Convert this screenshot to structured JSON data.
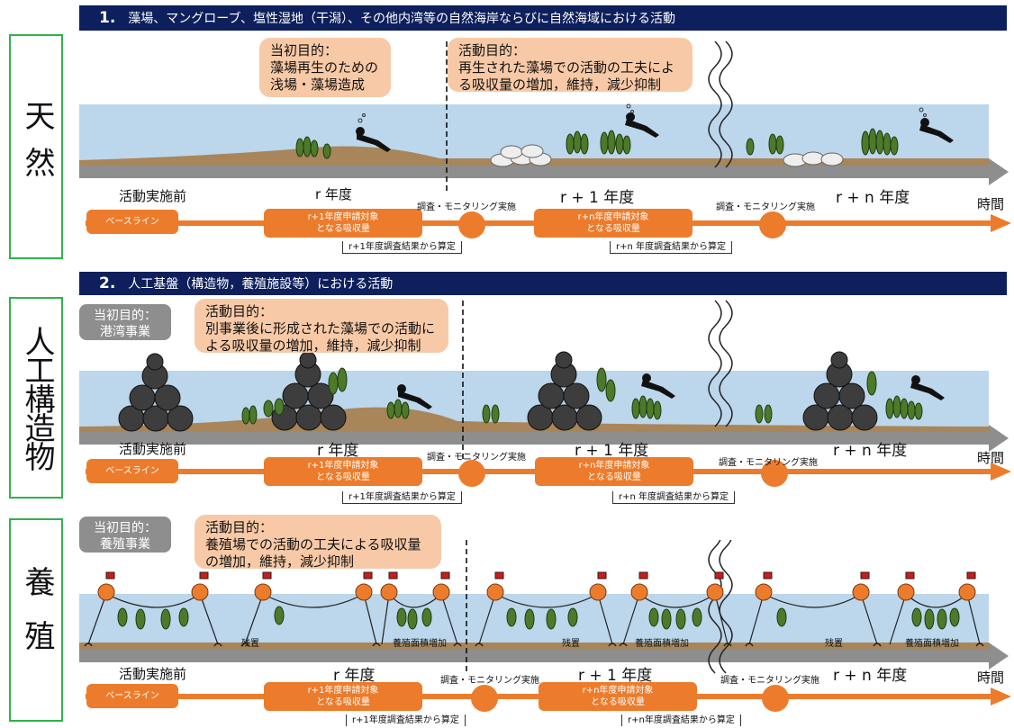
{
  "sections": [
    {
      "side_label": "天然",
      "header_number": "1.",
      "header_text": "藻場、マングローブ、塩性湿地（干潟）、その他内湾等の自然海岸ならびに自然海域における活動",
      "initial_tag": "",
      "bubble_initial": "当初目的：\n藻場再生のための\n浅場・藻場造成",
      "bubble_activity": "活動目的：\n再生された藻場での活動の工夫によ\nる吸収量の増加，維持，減少抑制",
      "phase_before": "活動実施前",
      "phase_r": "r 年度",
      "phase_r1": "r + 1 年度",
      "phase_rn": "r + n 年度",
      "time": "時間",
      "baseline": "ベースライン",
      "pill_r1": "r+1年度申請対象\nとなる吸収量",
      "pill_rn": "r+n年度申請対象\nとなる吸収量",
      "survey": "調査・モニタリング実施",
      "calc_r1": "r+1年度調査結果から算定",
      "calc_rn": "r+n 年度調査結果から算定"
    },
    {
      "side_label": "人工構造物",
      "header_number": "2.",
      "header_text": "人工基盤（構造物，養殖施設等）における活動",
      "initial_tag": "当初目的：\n港湾事業",
      "bubble_initial": "",
      "bubble_activity": "活動目的：\n別事業後に形成された藻場での活動に\nよる吸収量の増加，維持，減少抑制",
      "phase_before": "活動実施前",
      "phase_r": "r 年度",
      "phase_r1": "r + 1 年度",
      "phase_rn": "r + n 年度",
      "time": "時間",
      "baseline": "ベースライン",
      "pill_r1": "r+1年度申請対象\nとなる吸収量",
      "pill_rn": "r+n年度申請対象\nとなる吸収量",
      "survey": "調査・モニタリング実施",
      "calc_r1": "r+1年度調査結果から算定",
      "calc_rn": "r+n 年度調査結果から算定"
    },
    {
      "side_label": "養殖",
      "header_number": "",
      "header_text": "",
      "initial_tag": "当初目的：\n養殖事業",
      "bubble_initial": "",
      "bubble_activity": "活動目的：\n養殖場での活動の工夫による吸収量\nの増加，維持，減少抑制",
      "phase_before": "活動実施前",
      "phase_r": "r 年度",
      "phase_r1": "r + 1 年度",
      "phase_rn": "r + n 年度",
      "time": "時間",
      "baseline": "ベースライン",
      "pill_r1": "r+1年度申請対象\nとなる吸収量",
      "pill_rn": "r+n年度申請対象\nとなる吸収量",
      "survey": "調査・モニタリング実施",
      "calc_r1": "r+1年度調査結果から算定",
      "calc_rn": "r+n年度調査結果から算定",
      "label_remain": "残置",
      "label_expand": "養殖面積増加"
    }
  ],
  "colors": {
    "header_bg": "#0d1f5c",
    "side_border": "#2db34a",
    "orange": "#ec7c2c",
    "bubble": "#f8c9a6",
    "water": "#bcd6ec",
    "seabed": "#a8865a",
    "timeline_arrow": "#8e8e8e",
    "seaweed": "#4d7a2a",
    "block": "#3d3d3d"
  },
  "icons": [
    "diver-icon",
    "seaweed-icon",
    "concrete-block-icon",
    "buoy-icon",
    "flag-icon",
    "anchor-icon",
    "wave-break-icon"
  ]
}
